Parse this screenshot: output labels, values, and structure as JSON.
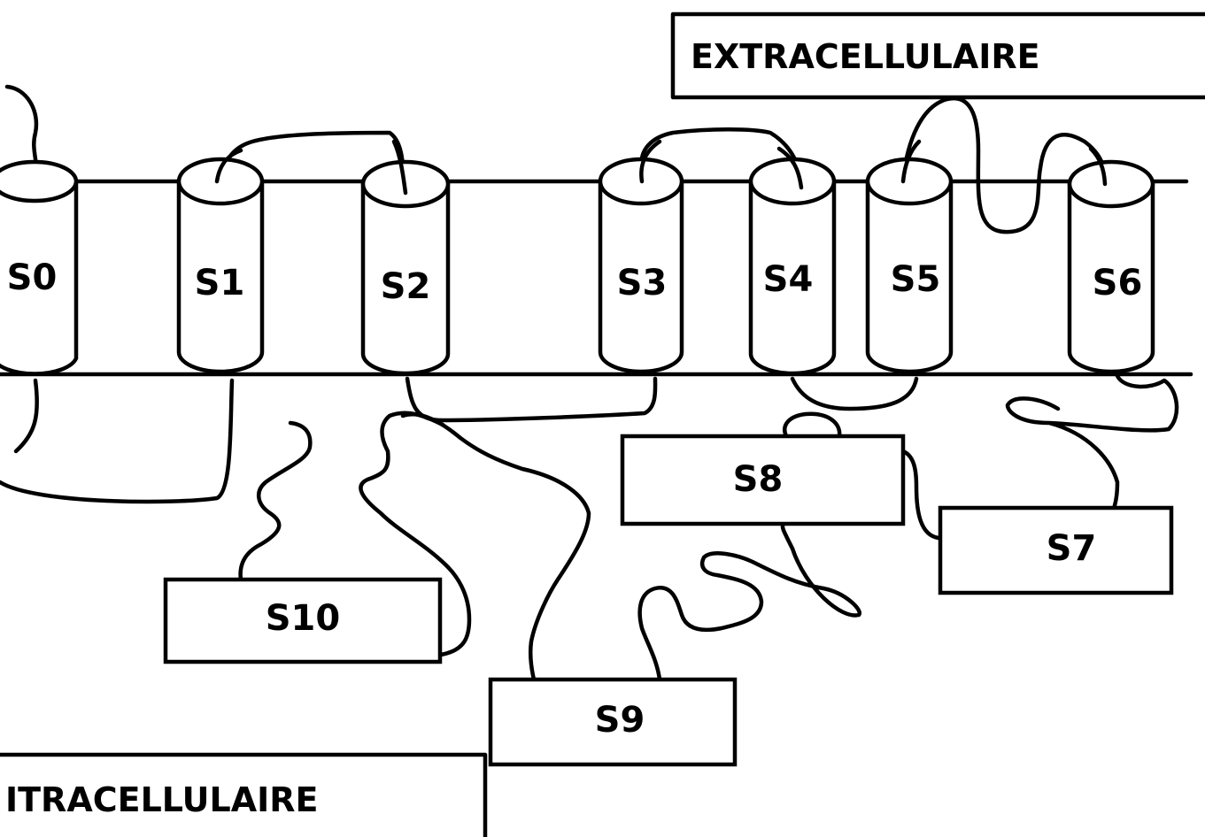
{
  "regions": {
    "extracellular": "EXTRACELLULAIRE",
    "intracellular": "ITRACELLULAIRE"
  },
  "segments": {
    "s0": "S0",
    "s1": "S1",
    "s2": "S2",
    "s3": "S3",
    "s4": "S4",
    "s5": "S5",
    "s6": "S6"
  },
  "domains": {
    "s7": "S7",
    "s8": "S8",
    "s9": "S9",
    "s10": "S10"
  }
}
